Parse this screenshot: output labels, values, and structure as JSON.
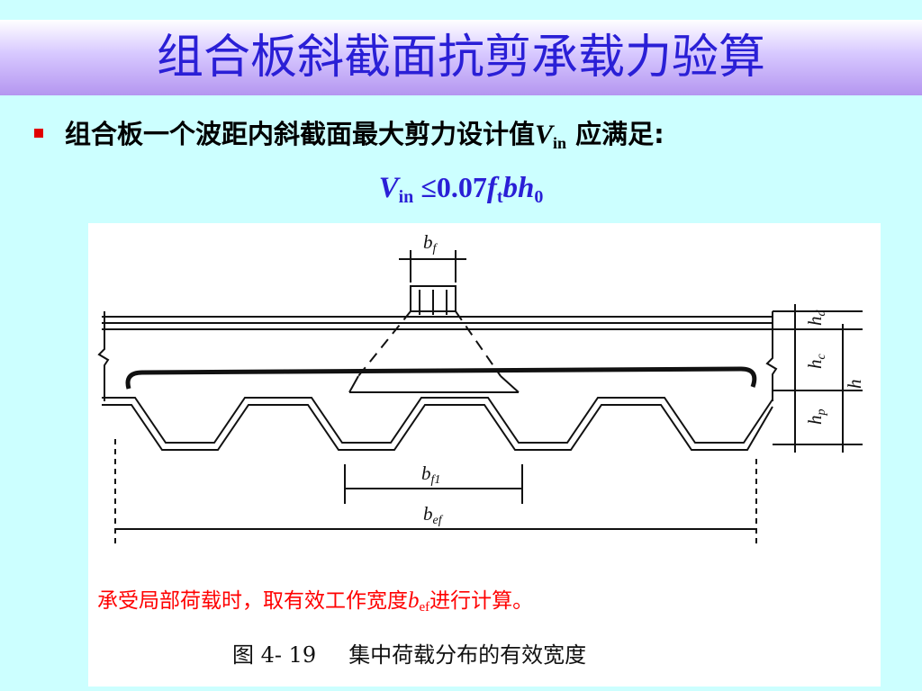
{
  "title": "组合板斜截面抗剪承载力验算",
  "bullet": {
    "text_before": "组合板一个波距内斜截面最大剪力设计值",
    "var": "V",
    "var_sub": "in",
    "text_after": " 应满足:"
  },
  "formula": {
    "lhs": "V",
    "lhs_sub": "in",
    "relation": " ≤0.07",
    "f": "f",
    "f_sub": "t",
    "rest": "bh",
    "rest_sub": "0"
  },
  "figure": {
    "labels": {
      "bf_main": "b",
      "bf_sub": "f",
      "bf1_main": "b",
      "bf1_sub": "f1",
      "bef_main": "b",
      "bef_sub": "ef",
      "hd_main": "h",
      "hd_sub": "d",
      "hc_main": "h",
      "hc_sub": "c",
      "h_main": "h",
      "hp_main": "h",
      "hp_sub": "p"
    },
    "note": {
      "before": "承受局部荷载时，取有效工作宽度",
      "var": "b",
      "var_sub": "ef",
      "after": "进行计算。"
    },
    "caption": {
      "number": "图 4- 19",
      "text": "集中荷载分布的有效宽度"
    }
  },
  "colors": {
    "background": "#ccffff",
    "title": "#2a1fd6",
    "formula": "#2a1fd6",
    "note": "#ff0000",
    "bullet": "#e00000"
  }
}
